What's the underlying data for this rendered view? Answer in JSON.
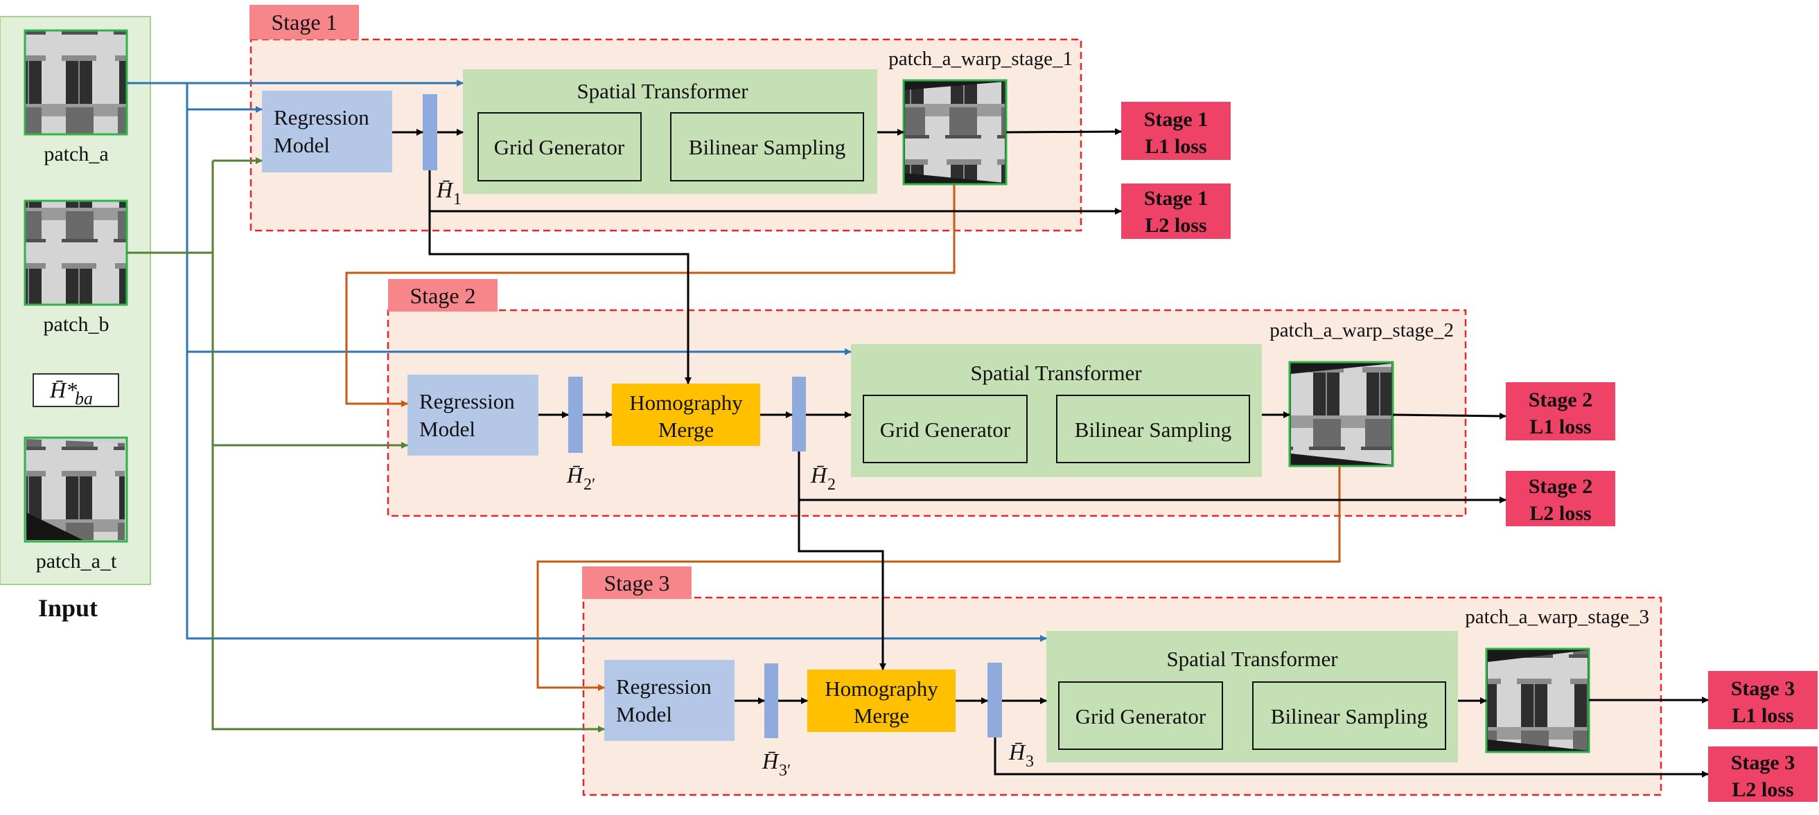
{
  "input": {
    "patch_a": "patch_a",
    "patch_b": "patch_b",
    "gt_symbol": "H̄*",
    "gt_subscript": "ba",
    "patch_a_t": "patch_a_t",
    "title": "Input"
  },
  "stages": [
    {
      "tag": "Stage 1",
      "warp_label": "patch_a_warp_stage_1",
      "regression": [
        "Regression",
        "Model"
      ],
      "st_title": "Spatial Transformer",
      "grid": "Grid Generator",
      "bilinear": "Bilinear Sampling",
      "h_symbol": "H̄",
      "h_sub": "1",
      "l1": [
        "Stage 1",
        "L1 loss"
      ],
      "l2": [
        "Stage 1",
        "L2 loss"
      ]
    },
    {
      "tag": "Stage 2",
      "warp_label": "patch_a_warp_stage_2",
      "regression": [
        "Regression",
        "Model"
      ],
      "merge": [
        "Homography",
        "Merge"
      ],
      "st_title": "Spatial Transformer",
      "grid": "Grid Generator",
      "bilinear": "Bilinear Sampling",
      "h_in_symbol": "H̄",
      "h_in_sub": "2′",
      "h_symbol": "H̄",
      "h_sub": "2",
      "l1": [
        "Stage 2",
        "L1 loss"
      ],
      "l2": [
        "Stage 2",
        "L2 loss"
      ]
    },
    {
      "tag": "Stage 3",
      "warp_label": "patch_a_warp_stage_3",
      "regression": [
        "Regression",
        "Model"
      ],
      "merge": [
        "Homography",
        "Merge"
      ],
      "st_title": "Spatial Transformer",
      "grid": "Grid Generator",
      "bilinear": "Bilinear Sampling",
      "h_in_symbol": "H̄",
      "h_in_sub": "3′",
      "h_symbol": "H̄",
      "h_sub": "3",
      "l1": [
        "Stage 3",
        "L1 loss"
      ],
      "l2": [
        "Stage 3",
        "L2 loss"
      ]
    }
  ],
  "colors": {
    "stage_bg": "#fbeadf",
    "stage_border": "#e8232b",
    "stage_tag": "#f7868a",
    "input_bg": "#e2efd9",
    "input_border": "#a9d18e",
    "regression": "#b4c7e7",
    "vector_bar": "#8faadc",
    "merge": "#ffc000",
    "spatial": "#c5e0b4",
    "loss": "#ee4266",
    "arrow_black": "#000000",
    "arrow_blue": "#2e75b6",
    "arrow_green": "#548235",
    "arrow_orange": "#c55a11"
  }
}
